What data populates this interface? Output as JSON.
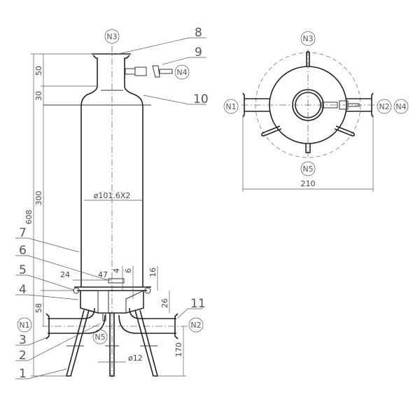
{
  "part_labels": [
    "1",
    "2",
    "3",
    "4",
    "5",
    "6",
    "7",
    "8",
    "9",
    "10",
    "11"
  ],
  "nozzles": {
    "n1": "N1",
    "n2": "N2",
    "n3": "N3",
    "n4": "N4",
    "n5": "N5"
  },
  "dimensions": {
    "overall_height": "608",
    "neck": "50",
    "shoulder": "30",
    "body": "300",
    "base": "58",
    "diameter": "ø101.6X2",
    "d24": "24",
    "d47": "47",
    "d4": "4",
    "d6": "6",
    "d16": "16",
    "d26": "26",
    "leg_height": "170",
    "rod": "ø12",
    "top_width": "210"
  }
}
